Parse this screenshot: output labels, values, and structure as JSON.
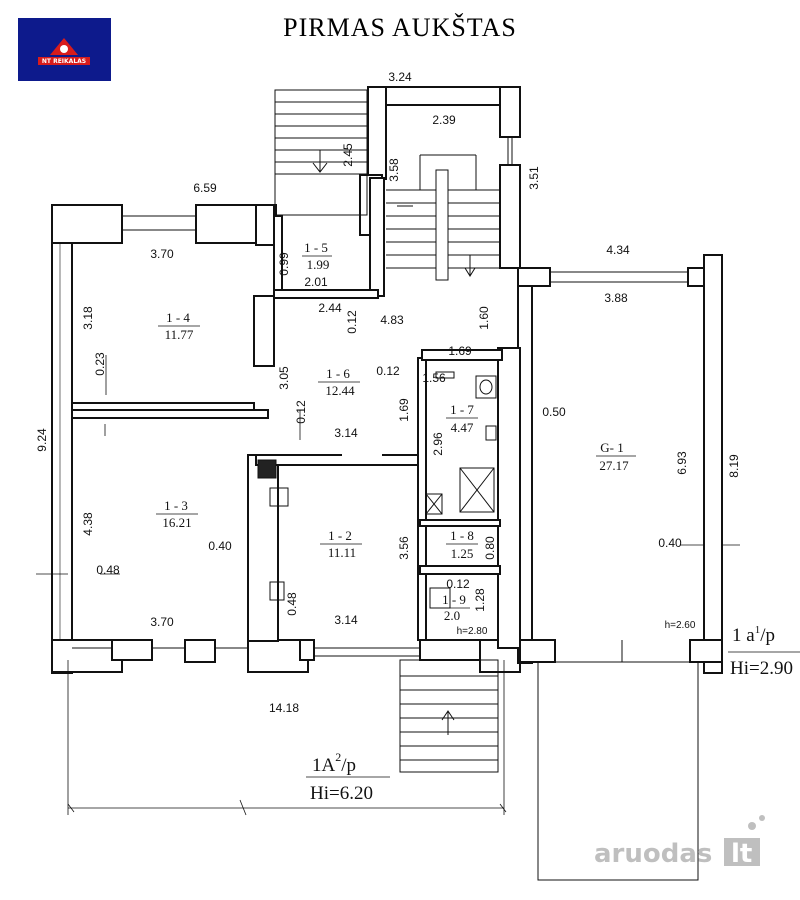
{
  "title": "PIRMAS AUKŠTAS",
  "logo": {
    "text": "NT REIKALAS",
    "bg_color": "#0d1a8c",
    "accent_color": "#d81c1c"
  },
  "watermark": {
    "text": "aruodas",
    "suffix": "lt"
  },
  "rooms": [
    {
      "id": "1 - 5",
      "area": "1.99"
    },
    {
      "id": "1 - 4",
      "area": "11.77"
    },
    {
      "id": "1 - 6",
      "area": "12.44"
    },
    {
      "id": "1 - 7",
      "area": "4.47"
    },
    {
      "id": "G- 1",
      "area": "27.17"
    },
    {
      "id": "1 - 3",
      "area": "16.21"
    },
    {
      "id": "1 - 2",
      "area": "11.11"
    },
    {
      "id": "1 - 8",
      "area": "1.25"
    },
    {
      "id": "1 - 9",
      "area": "2.0"
    }
  ],
  "dimensions": {
    "d324": "3.24",
    "d239": "2.39",
    "d245": "2.45",
    "d358": "3.58",
    "d351": "3.51",
    "d659": "6.59",
    "d370top": "3.70",
    "d099": "0.99",
    "d201": "2.01",
    "d434": "4.34",
    "d388": "3.88",
    "d244": "2.44",
    "d483": "4.83",
    "d012a": "0.12",
    "d160": "1.60",
    "d318": "3.18",
    "d023": "0.23",
    "d169top": "1.69",
    "d305": "3.05",
    "d012b": "0.12",
    "d156": "1.56",
    "d169": "1.69",
    "d012c": "0.12",
    "d314a": "3.14",
    "d296": "2.96",
    "d050": "0.50",
    "d924": "9.24",
    "d693": "6.93",
    "d819": "8.19",
    "d438": "4.38",
    "d040a": "0.40",
    "d048a": "0.48",
    "d356": "3.56",
    "d080": "0.80",
    "d040b": "0.40",
    "d012d": "0.12",
    "d128": "1.28",
    "d048b": "0.48",
    "d370bot": "3.70",
    "d314b": "3.14",
    "h280": "h=2.80",
    "h260": "h=2.60",
    "d1418": "14.18"
  },
  "labels": {
    "right_top": "1 a",
    "right_sup": "1",
    "right_suffix": "/p",
    "right_bottom": "Hi=2.90",
    "bottom_top": "1A",
    "bottom_sup": "2",
    "bottom_suffix": "/p",
    "bottom_bottom": "Hi=6.20"
  }
}
